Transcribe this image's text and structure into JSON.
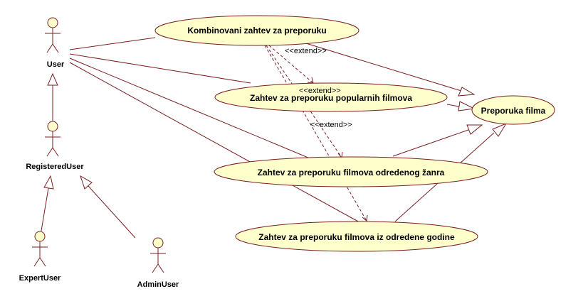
{
  "colors": {
    "line": "#7a1e22",
    "fill": "#ffffcc",
    "text": "#000000",
    "background": "#ffffff"
  },
  "actors": {
    "user": "User",
    "registered_user": "RegisteredUser",
    "expert_user": "ExpertUser",
    "admin_user": "AdminUser"
  },
  "use_cases": {
    "combined": "Kombinovani zahtev za preporuku",
    "popular": "Zahtev za preporuku popularnih filmova",
    "genre": "Zahtev za preporuku filmova odredenog žanra",
    "year": "Zahtev za preporuku filmova iz odredene godine",
    "recommendation": "Preporuka filma"
  },
  "relations": {
    "extend_label": "<<extend>>"
  }
}
